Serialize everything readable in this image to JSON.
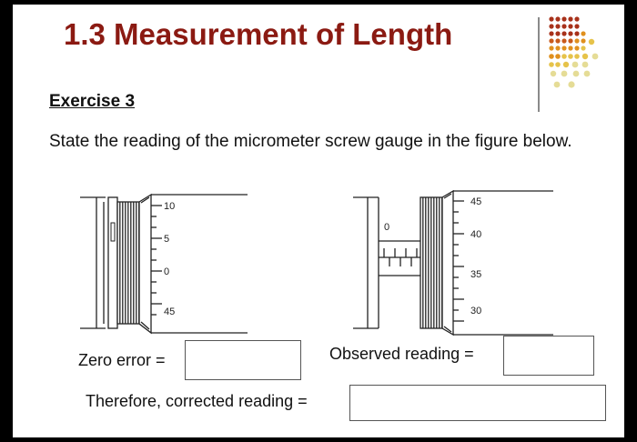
{
  "slide": {
    "title": "1.3 Measurement of Length",
    "exercise_heading": "Exercise 3",
    "instruction": "State the reading of the micrometer screw gauge in the figure below."
  },
  "gauge_left": {
    "thimble_labels": [
      "10",
      "5",
      "0",
      "45"
    ]
  },
  "gauge_right": {
    "sleeve_label": "0",
    "thimble_labels": [
      "45",
      "40",
      "35",
      "30"
    ]
  },
  "answers": {
    "zero_error_label": "Zero error =",
    "zero_error_value": "",
    "observed_label": "Observed reading =",
    "observed_value": "",
    "corrected_label": "Therefore, corrected reading =",
    "corrected_value": ""
  },
  "colors": {
    "title": "#8b1a12",
    "dot_dark_red": "#a8321b",
    "dot_orange": "#e0901e",
    "dot_yellow": "#e6c34a",
    "dot_pale": "#e5dc96"
  }
}
